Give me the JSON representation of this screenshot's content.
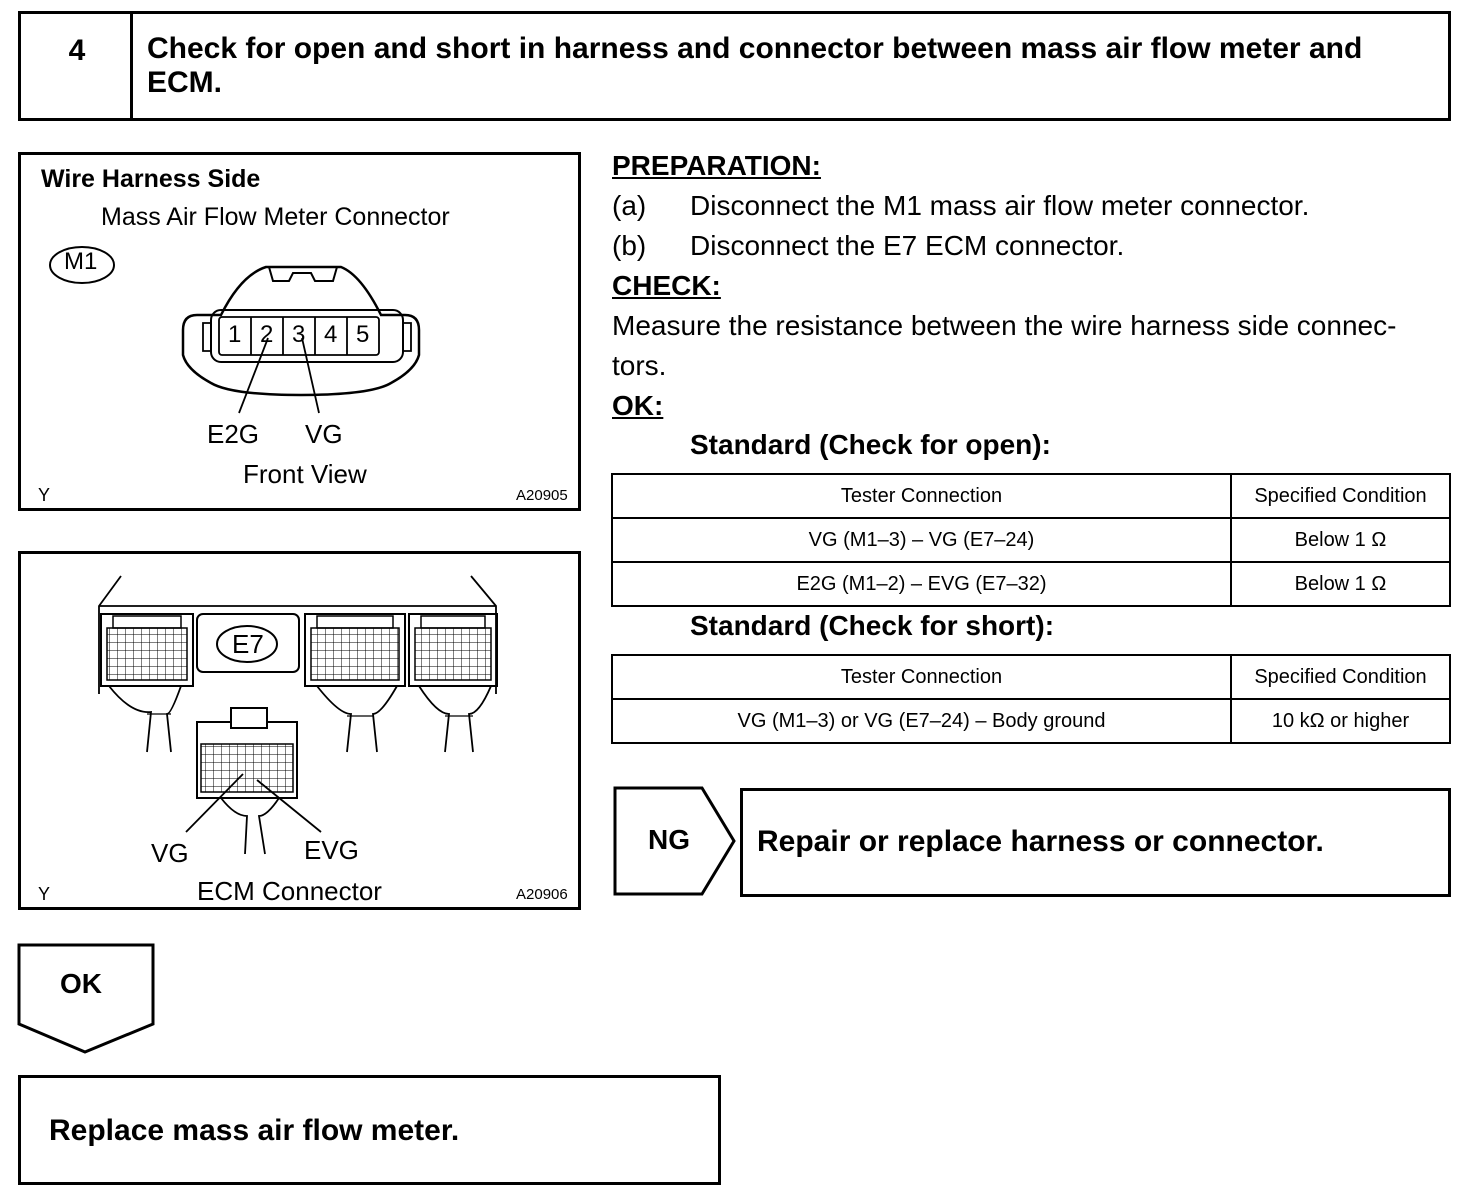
{
  "step": {
    "number": "4",
    "title": "Check for open and short in harness and connector between mass air flow meter and ECM."
  },
  "figure1": {
    "heading": "Wire Harness Side",
    "subheading": "Mass Air Flow Meter Connector",
    "connector_id": "M1",
    "pins": [
      "1",
      "2",
      "3",
      "4",
      "5"
    ],
    "callouts": [
      "E2G",
      "VG"
    ],
    "view_label": "Front View",
    "corner_letter": "Y",
    "code": "A20905"
  },
  "figure2": {
    "connector_id": "E7",
    "callouts": [
      "VG",
      "EVG"
    ],
    "caption": "ECM Connector",
    "corner_letter": "Y",
    "code": "A20906"
  },
  "preparation": {
    "heading": "PREPARATION:",
    "steps": [
      {
        "marker": "(a)",
        "text": "Disconnect the M1 mass air flow meter connector."
      },
      {
        "marker": "(b)",
        "text": "Disconnect the E7 ECM connector."
      }
    ]
  },
  "check": {
    "heading": "CHECK:",
    "line1": "Measure the resistance between the wire harness side connec-",
    "line2": "tors."
  },
  "ok_section": {
    "heading": "OK:",
    "open_title": "Standard (Check for open):",
    "short_title": "Standard (Check for short):"
  },
  "open_table": {
    "headers": [
      "Tester Connection",
      "Specified Condition"
    ],
    "rows": [
      [
        "VG (M1–3) – VG (E7–24)",
        "Below 1 Ω"
      ],
      [
        "E2G (M1–2) – EVG (E7–32)",
        "Below 1 Ω"
      ]
    ]
  },
  "short_table": {
    "headers": [
      "Tester Connection",
      "Specified Condition"
    ],
    "rows": [
      [
        "VG (M1–3) or VG (E7–24) – Body ground",
        "10 kΩ or higher"
      ]
    ]
  },
  "ng_branch": {
    "label": "NG",
    "action": "Repair or replace harness or connector."
  },
  "ok_branch": {
    "label": "OK",
    "action": "Replace mass air flow meter."
  }
}
